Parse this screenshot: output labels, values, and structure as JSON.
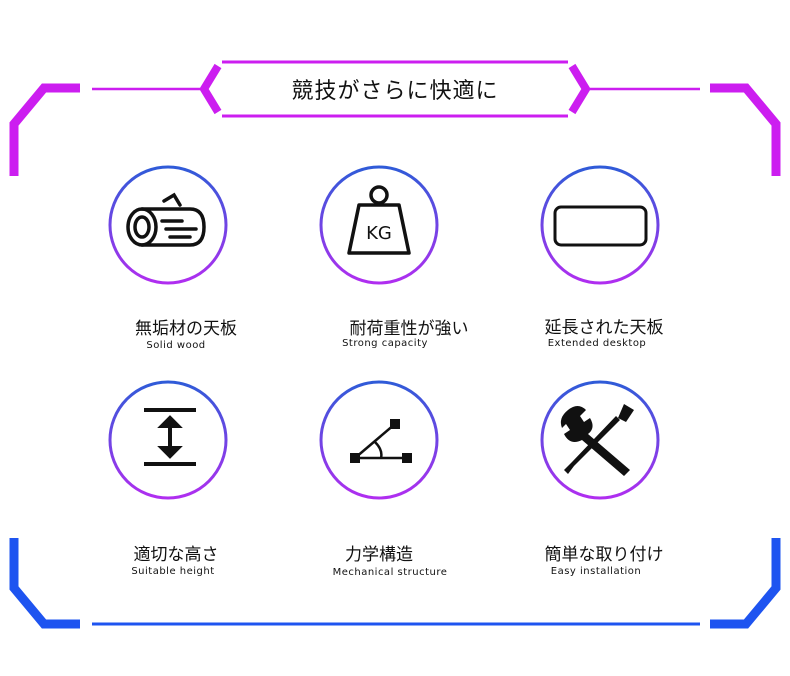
{
  "title": "競技がさらに快適に",
  "colors": {
    "frame_top": "#cc1ef0",
    "frame_bottom": "#1e54f0",
    "circle_top": "#2f5bd8",
    "circle_bottom": "#b02ef0"
  },
  "features": [
    {
      "ja": "無垢材の天板",
      "en": "Solid wood",
      "icon": "log-icon"
    },
    {
      "ja": "耐荷重性が強い",
      "en": "Strong capacity",
      "icon": "kg-weight-icon",
      "icon_text": "KG"
    },
    {
      "ja": "延長された天板",
      "en": "Extended desktop",
      "icon": "rounded-rectangle-icon"
    },
    {
      "ja": "適切な高さ",
      "en": "Suitable height",
      "icon": "height-arrows-icon"
    },
    {
      "ja": "力学構造",
      "en": "Mechanical structure",
      "icon": "angle-structure-icon"
    },
    {
      "ja": "簡単な取り付け",
      "en": "Easy installation",
      "icon": "wrench-screwdriver-icon"
    }
  ]
}
